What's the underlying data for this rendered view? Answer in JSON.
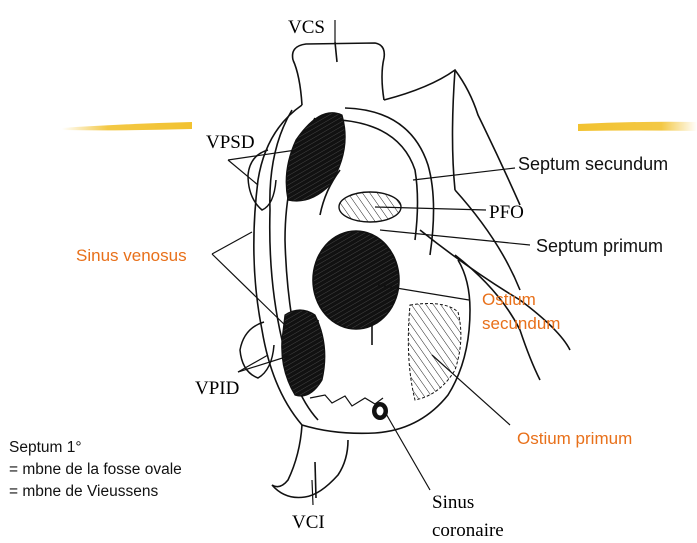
{
  "labels": {
    "vcs": "VCS",
    "vpsd": "VPSD",
    "vpid": "VPID",
    "vci": "VCI",
    "pfo": "PFO",
    "septum_secundum": "Septum secundum",
    "septum_primum": "Septum primum",
    "sinus_venosus": "Sinus venosus",
    "ostium_secundum_line1": "Ostium",
    "ostium_secundum_line2": "secundum",
    "ostium_primum": "Ostium primum",
    "sinus_coronaire_line1": "Sinus",
    "sinus_coronaire_line2": "coronaire"
  },
  "note": {
    "line1": "Septum 1°",
    "line2": "= mbne de la fosse ovale",
    "line3": "= mbne de Vieussens"
  },
  "colors": {
    "highlight": "#F2C230",
    "orange_text": "#E8701A",
    "ink": "#111111"
  }
}
